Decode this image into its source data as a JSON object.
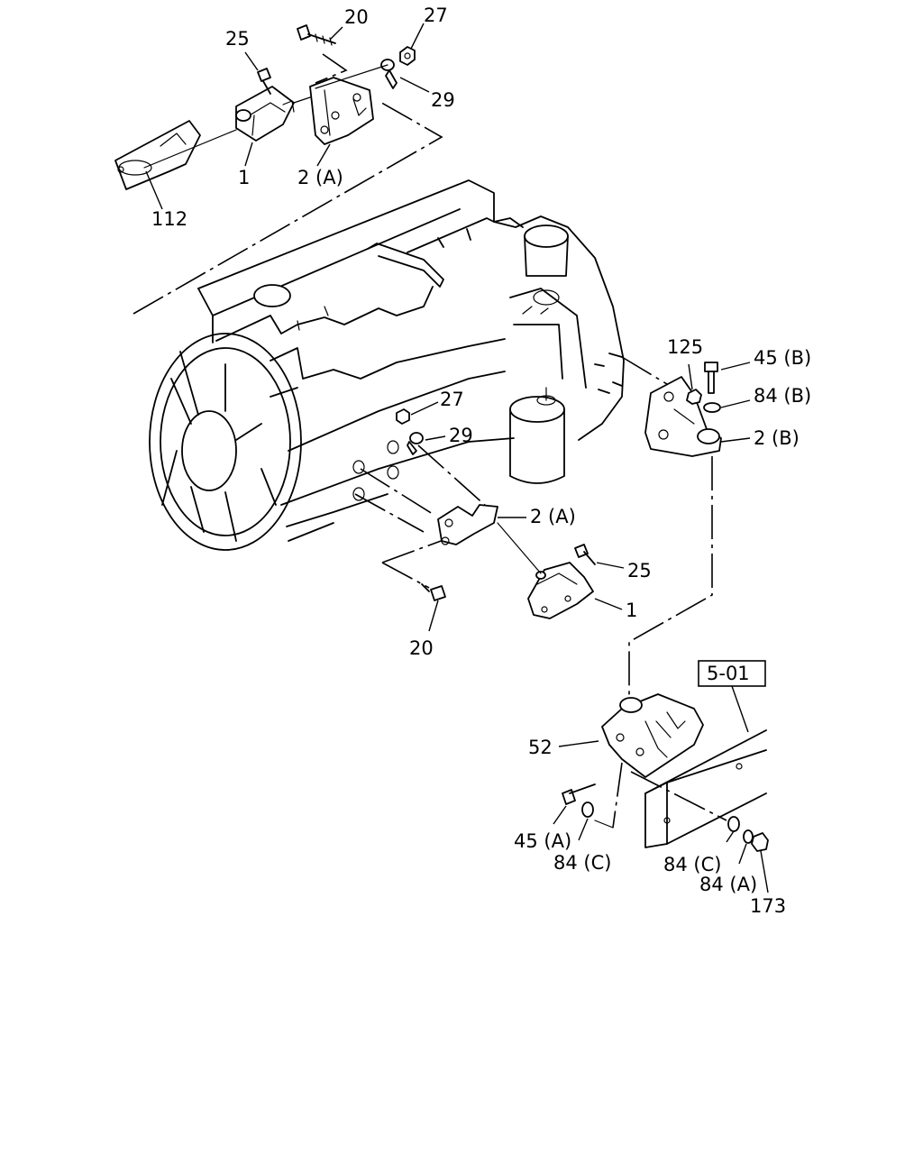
{
  "labels": {
    "top_20": "20",
    "top_27": "27",
    "top_25": "25",
    "top_29": "29",
    "top_1": "1",
    "top_2a": "2 (A)",
    "top_112": "112",
    "mid_125": "125",
    "mid_45b": "45 (B)",
    "mid_84b": "84 (B)",
    "mid_2b": "2 (B)",
    "mid_27": "27",
    "mid_29": "29",
    "mid_2a": "2 (A)",
    "mid_25": "25",
    "mid_1": "1",
    "mid_20": "20",
    "ref_501": "5-01",
    "bot_52": "52",
    "bot_45a": "45 (A)",
    "bot_84c_left": "84 (C)",
    "bot_84c_right": "84 (C)",
    "bot_84a": "84 (A)",
    "bot_173": "173"
  }
}
